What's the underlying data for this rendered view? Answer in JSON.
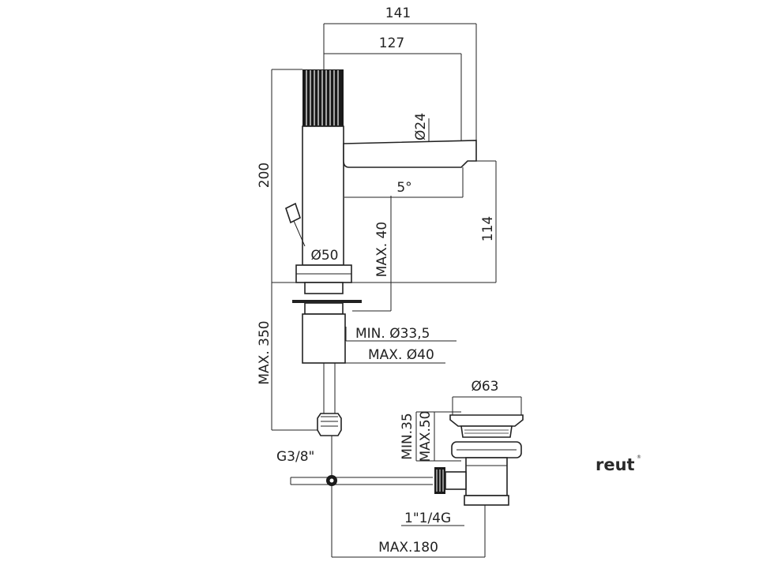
{
  "dimensions": {
    "width_141": "141",
    "width_127": "127",
    "diameter_24": "Ø24",
    "height_200": "200",
    "angle_5": "5°",
    "height_114": "114",
    "max_40": "MAX. 40",
    "diameter_50": "Ø50",
    "max_350": "MAX. 350",
    "min_33_5": "MIN. Ø33,5",
    "max_40_diameter": "MAX. Ø40",
    "diameter_63": "Ø63",
    "min_35": "MIN.35",
    "max_50": "MAX.50",
    "thread_g3_8": "G3/8\"",
    "thread_1_1_4": "1\"1/4G",
    "max_180": "MAX.180"
  },
  "brand": {
    "logo": "reut",
    "logo_mark": "®"
  },
  "colors": {
    "line": "#222222",
    "background": "#ffffff"
  }
}
